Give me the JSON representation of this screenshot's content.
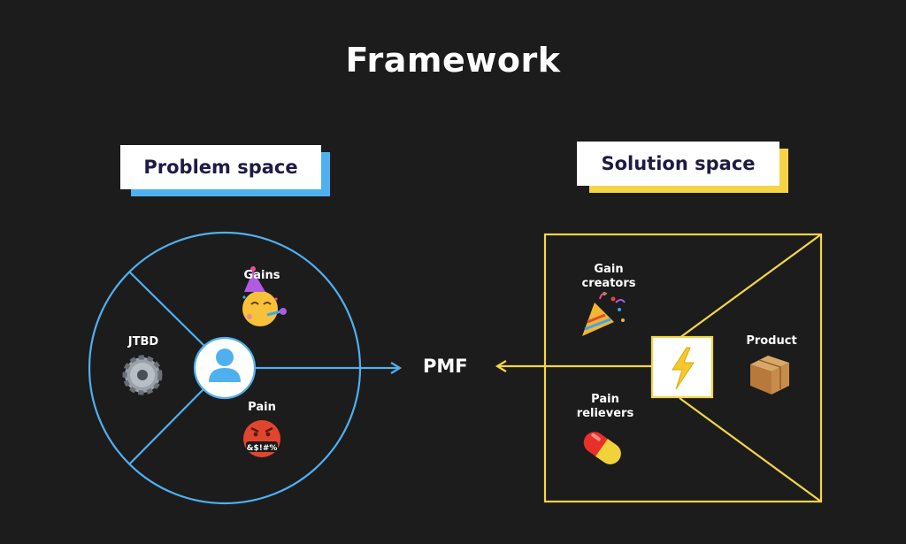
{
  "title": "Framework",
  "problem": {
    "tag": "Problem space",
    "accent": "#4fb0f0",
    "gains_label": "Gains",
    "gains_icon": "partying-face-icon",
    "jtbd_label": "JTBD",
    "jtbd_icon": "gear-icon",
    "pain_label": "Pain",
    "pain_icon": "cursing-face-icon",
    "center_icon": "user-icon"
  },
  "result": {
    "label": "PMF"
  },
  "solution": {
    "tag": "Solution space",
    "accent": "#f5d547",
    "gain_creators_label": "Gain\ncreators",
    "gain_creators_icon": "party-popper-icon",
    "pain_relievers_label": "Pain\nrelievers",
    "pain_relievers_icon": "pill-icon",
    "product_label": "Product",
    "product_icon": "package-icon",
    "center_icon": "lightning-icon"
  }
}
